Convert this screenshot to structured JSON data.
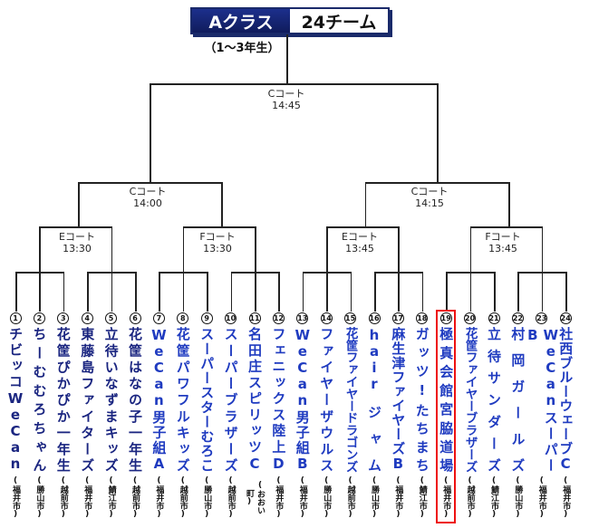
{
  "header": {
    "class_label": "Aクラス",
    "team_count": "24チーム",
    "grade": "（1〜3年生）"
  },
  "matches": {
    "final": {
      "court": "Cコート",
      "time": "14:45"
    },
    "semi_left": {
      "court": "Cコート",
      "time": "14:00"
    },
    "semi_right": {
      "court": "Cコート",
      "time": "14:15"
    },
    "q1": {
      "court": "Eコート",
      "time": "13:30"
    },
    "q2": {
      "court": "Fコート",
      "time": "13:30"
    },
    "q3": {
      "court": "Eコート",
      "time": "13:45"
    },
    "q4": {
      "court": "Fコート",
      "time": "13:45"
    }
  },
  "highlighted_team": 19,
  "teams": [
    {
      "no": "1",
      "name": "チビッコWeCan",
      "city": "福井市"
    },
    {
      "no": "2",
      "name": "ちーむむろちゃん",
      "city": "勝山市"
    },
    {
      "no": "3",
      "name": "花筐ぴかぴか一年生",
      "city": "越前市"
    },
    {
      "no": "4",
      "name": "東藤島ファイターズ",
      "city": "福井市"
    },
    {
      "no": "5",
      "name": "立待いなずまキッズ",
      "city": "鯖江市"
    },
    {
      "no": "6",
      "name": "花筐はなの子一年生",
      "city": "越前市"
    },
    {
      "no": "7",
      "name": "WeCan男子組A",
      "city": "福井市"
    },
    {
      "no": "8",
      "name": "花筐パワフルキッズ",
      "city": "越前市"
    },
    {
      "no": "9",
      "name": "スーパースターむろこ",
      "city": "勝山市"
    },
    {
      "no": "10",
      "name": "スーパーブラザーズ",
      "city": "越前市"
    },
    {
      "no": "11",
      "name": "名田庄スピリッツC",
      "city": "おおい町"
    },
    {
      "no": "12",
      "name": "フェニックス陸上D",
      "city": "福井市"
    },
    {
      "no": "13",
      "name": "WeCan男子組B",
      "city": "福井市"
    },
    {
      "no": "14",
      "name": "ファイヤーザウルス",
      "city": "勝山市"
    },
    {
      "no": "15",
      "name": "花筐ファイヤードラゴンズ",
      "city": "越前市"
    },
    {
      "no": "16",
      "name": "hairジャム",
      "city": "勝山市"
    },
    {
      "no": "17",
      "name": "麻生津ファイヤーズB",
      "city": "福井市"
    },
    {
      "no": "18",
      "name": "ガッツ!たちまち",
      "city": "鯖江市"
    },
    {
      "no": "19",
      "name": "極真会館宮脇道場",
      "city": "福井市"
    },
    {
      "no": "20",
      "name": "花筐ファイヤーブラザーズ",
      "city": "越前市"
    },
    {
      "no": "21",
      "name": "立待サンダーズ",
      "city": "鯖江市"
    },
    {
      "no": "22",
      "name": "村岡ガールズ",
      "city": "勝山市"
    },
    {
      "no": "23",
      "name": "WeCanスーパーB",
      "city": "福井市"
    },
    {
      "no": "24",
      "name": "社西ブルーウェーブC",
      "city": "福井市"
    }
  ]
}
